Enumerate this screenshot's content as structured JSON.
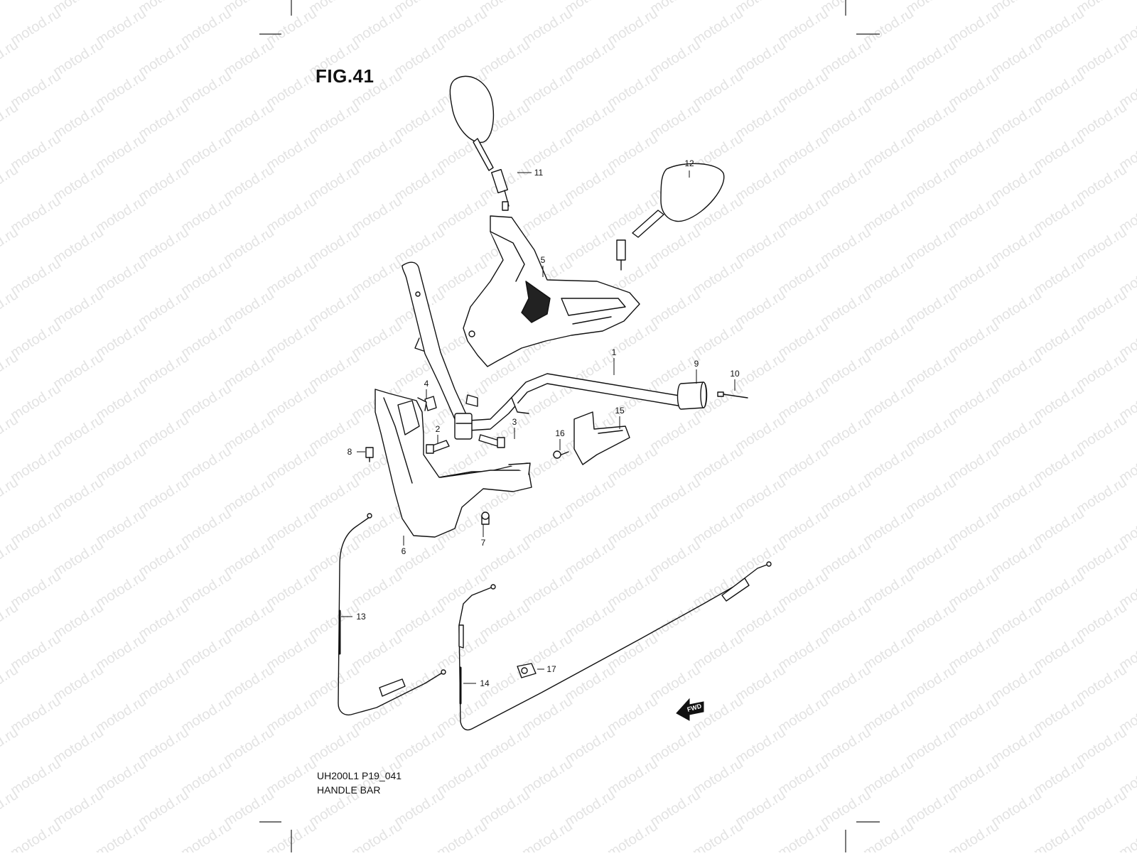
{
  "figure": {
    "title": "FIG.41",
    "code": "UH200L1 P19_041",
    "name": "HANDLE BAR"
  },
  "watermark": {
    "text": "motod.ru",
    "color": "#e3e3e3"
  },
  "fwd_label": "FWD",
  "callouts": [
    "1",
    "2",
    "3",
    "4",
    "5",
    "6",
    "7",
    "8",
    "9",
    "10",
    "11",
    "12",
    "13",
    "14",
    "15",
    "16",
    "17"
  ]
}
